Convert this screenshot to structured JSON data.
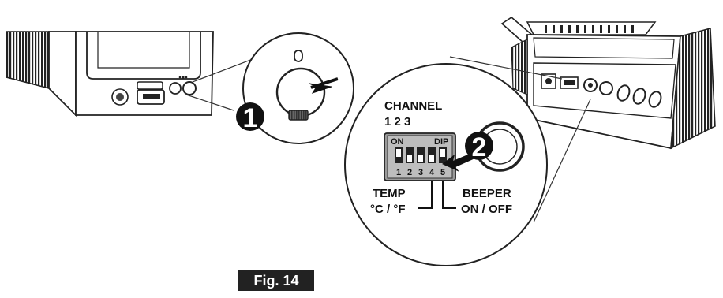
{
  "callouts": {
    "step1": "1",
    "step2": "2"
  },
  "dip": {
    "channel_label": "CHANNEL",
    "channel_numbers": "1 2 3",
    "on_label": "ON",
    "dip_label": "DIP",
    "switch_numbers": [
      "1",
      "2",
      "3",
      "4",
      "5"
    ],
    "temp_label": "TEMP",
    "temp_units": "°C / °F",
    "beeper_label": "BEEPER",
    "beeper_state": "ON / OFF"
  },
  "figure_caption": "Fig. 14"
}
